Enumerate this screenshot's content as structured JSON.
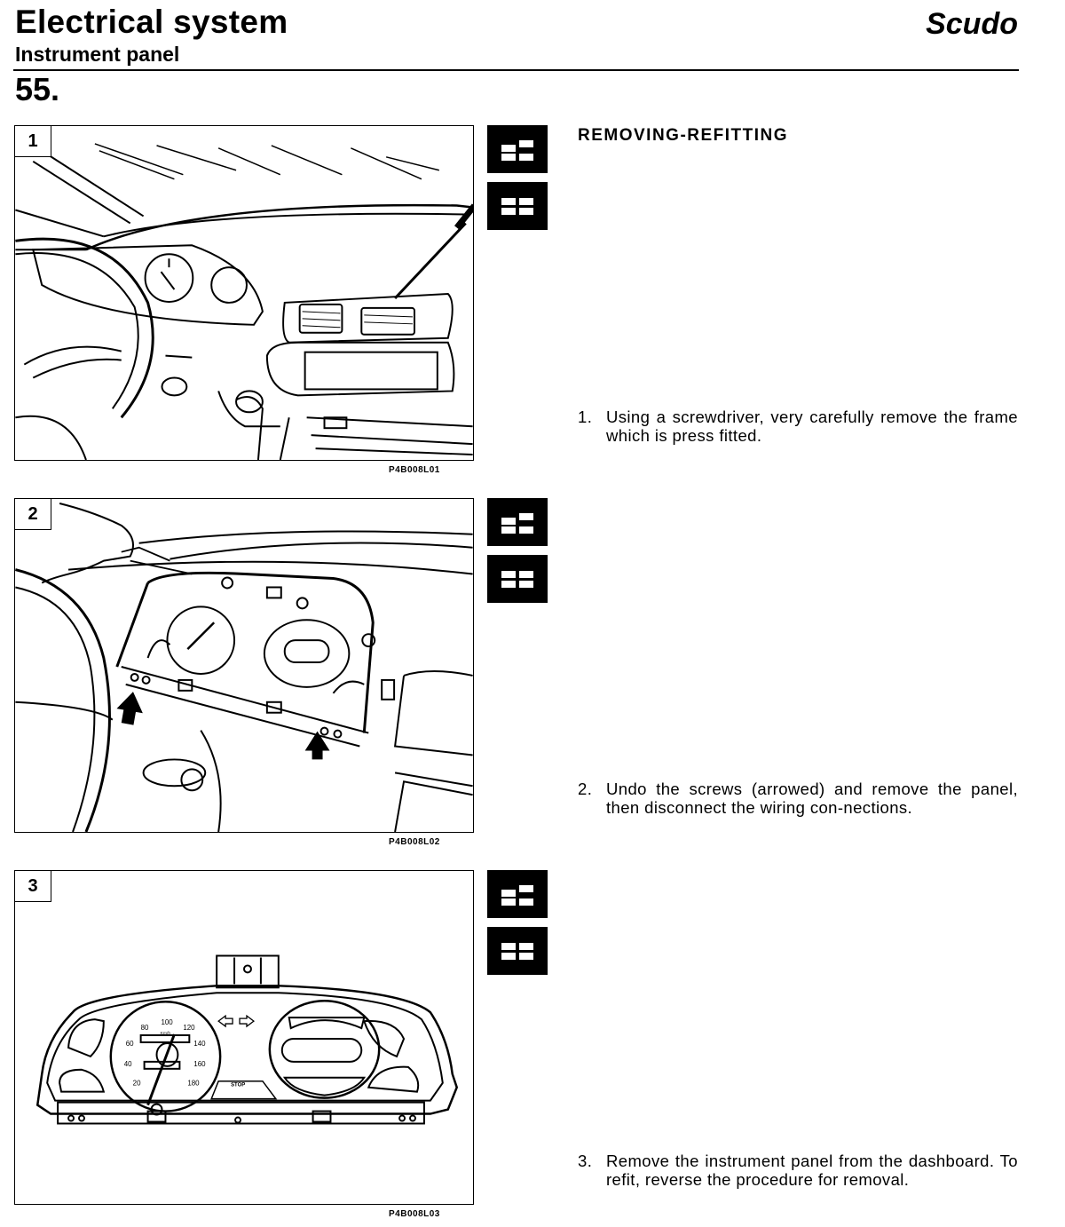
{
  "header": {
    "title": "Electrical system",
    "subtitle": "Instrument panel",
    "brand": "Scudo",
    "page_number": "55."
  },
  "section": {
    "title": "REMOVING-REFITTING"
  },
  "figures": [
    {
      "number": "1",
      "code": "P4B008L01",
      "depicts": "screwdriver prying instrument panel frame from dashboard"
    },
    {
      "number": "2",
      "code": "P4B008L02",
      "depicts": "instrument panel with screws arrowed"
    },
    {
      "number": "3",
      "code": "P4B008L03",
      "depicts": "removed instrument cluster"
    }
  ],
  "side_icons": [
    {
      "name": "removal-symbol-icon"
    },
    {
      "name": "refitting-symbol-icon"
    }
  ],
  "steps": [
    {
      "number": "1.",
      "text": "Using a screwdriver, very carefully remove the frame which is press fitted."
    },
    {
      "number": "2.",
      "text": "Undo the screws (arrowed) and remove the panel, then disconnect the wiring con-nections."
    },
    {
      "number": "3.",
      "text": "Remove the instrument panel from the dashboard. To refit, reverse the procedure for removal."
    }
  ],
  "gauge_labels": {
    "speed_unit": "Km/h",
    "speed_ticks": [
      "20",
      "40",
      "60",
      "80",
      "100",
      "120",
      "140",
      "160",
      "180"
    ],
    "warning": "STOP"
  }
}
